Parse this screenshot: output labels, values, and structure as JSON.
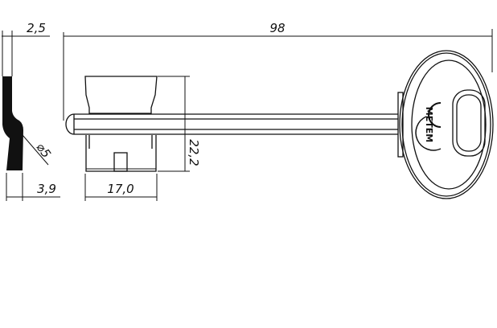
{
  "drawing": {
    "dimensions": {
      "overall_length": "98",
      "blade_thickness": "2,5",
      "shaft_diameter": "⌀5",
      "profile_width": "3,9",
      "bit_width": "17,0",
      "bit_height": "22,2"
    },
    "logo_text": "METEM",
    "colors": {
      "line": "#111111",
      "background": "#ffffff"
    }
  }
}
